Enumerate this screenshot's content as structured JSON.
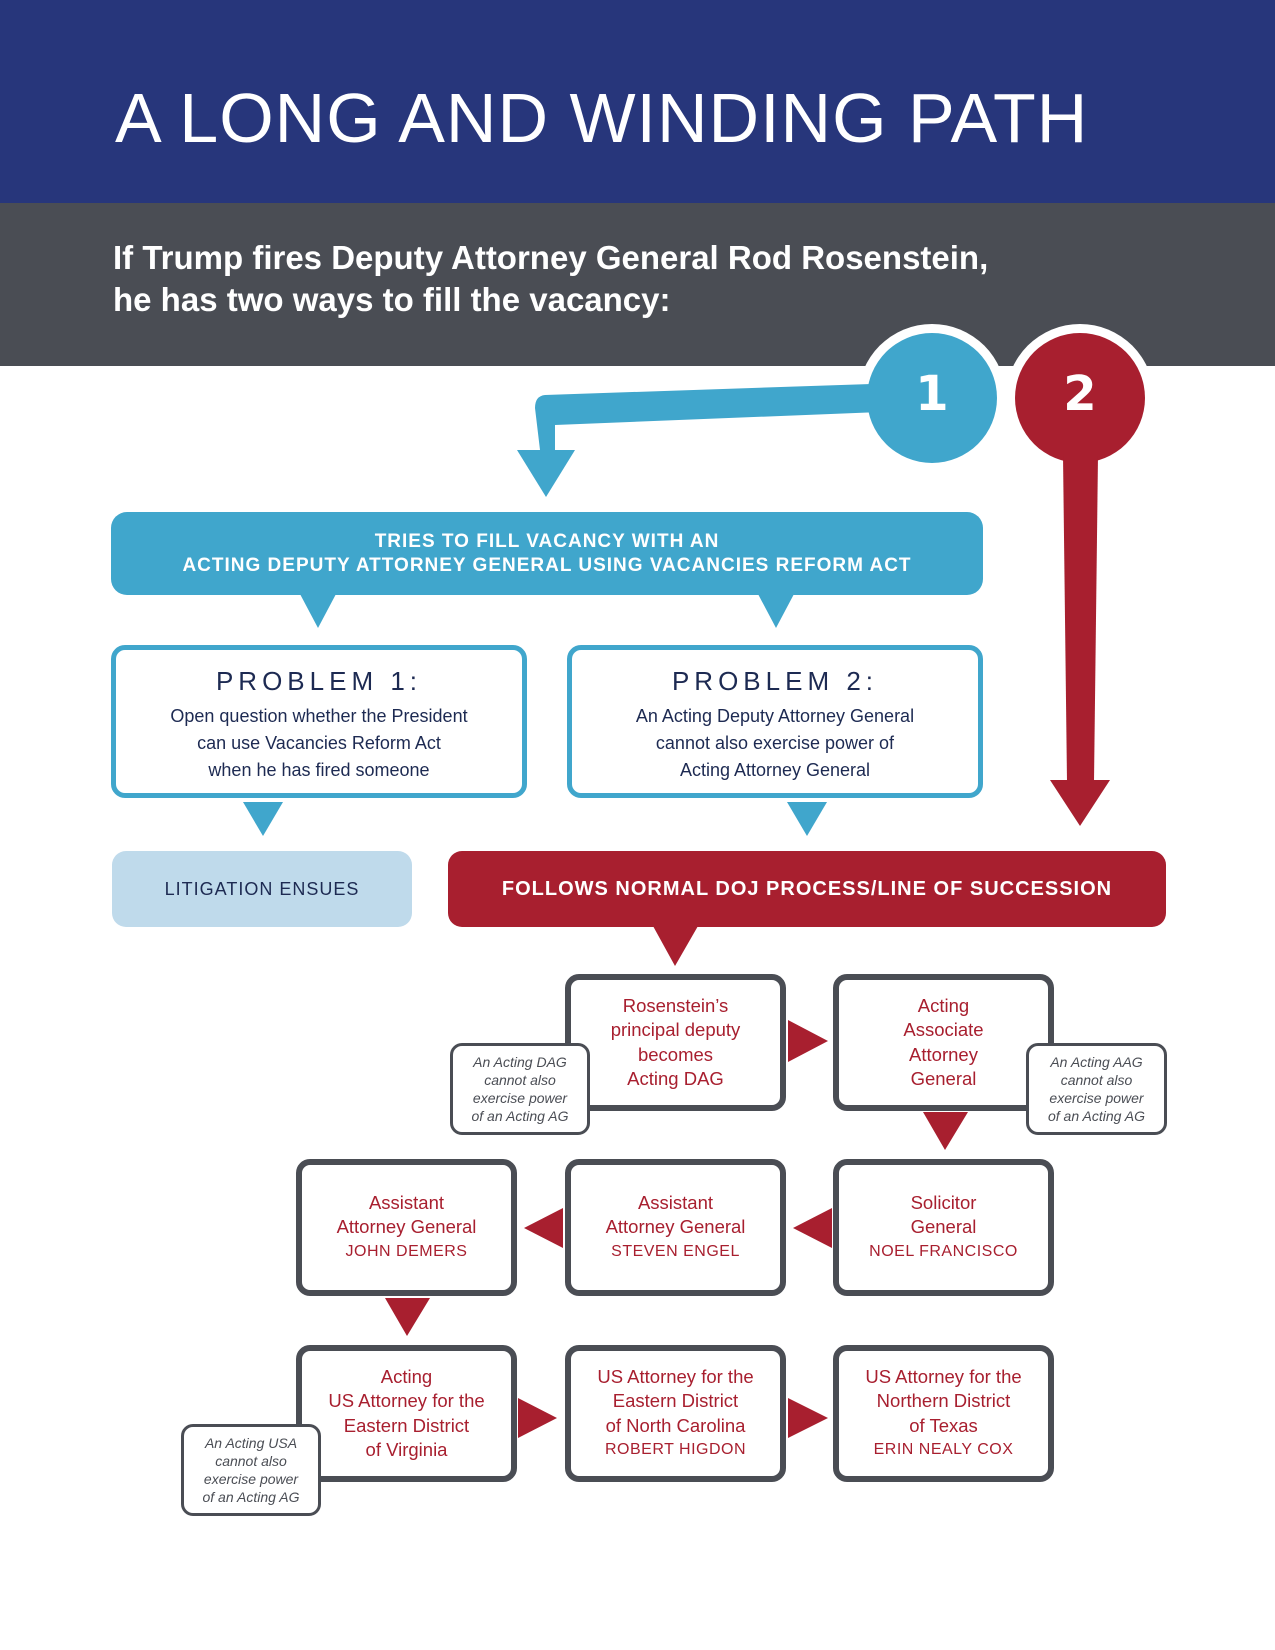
{
  "header": {
    "title": "A LONG AND WINDING PATH",
    "subtitle_line1": "If Trump fires Deputy Attorney General Rod Rosenstein,",
    "subtitle_line2": "he has two ways to fill the vacancy:"
  },
  "colors": {
    "navy": "#27367b",
    "slate": "#4a4d54",
    "blue": "#40a6cc",
    "light_blue": "#bfdaeb",
    "red": "#a81f2f",
    "dark_text": "#1d2a52"
  },
  "paths": {
    "option1_number": "1",
    "option2_number": "2"
  },
  "option1": {
    "line1": "TRIES TO FILL VACANCY WITH AN",
    "line2": "ACTING DEPUTY ATTORNEY GENERAL USING VACANCIES REFORM ACT"
  },
  "problems": [
    {
      "heading": "PROBLEM 1:",
      "lines": [
        "Open question whether the President",
        "can use Vacancies Reform Act",
        "when he has fired someone"
      ]
    },
    {
      "heading": "PROBLEM 2:",
      "lines": [
        "An Acting Deputy Attorney General",
        "cannot also exercise power of",
        "Acting Attorney General"
      ]
    }
  ],
  "outcomes": {
    "litigation": "LITIGATION ENSUES",
    "doj_process": "FOLLOWS NORMAL DOJ PROCESS/LINE OF SUCCESSION"
  },
  "succession": [
    {
      "lines": [
        "Rosenstein’s",
        "principal deputy",
        "becomes",
        "Acting DAG"
      ],
      "name": ""
    },
    {
      "lines": [
        "Acting",
        "Associate",
        "Attorney",
        "General"
      ],
      "name": ""
    },
    {
      "lines": [
        "Solicitor",
        "General"
      ],
      "name": "NOEL FRANCISCO"
    },
    {
      "lines": [
        "Assistant",
        "Attorney General"
      ],
      "name": "STEVEN ENGEL"
    },
    {
      "lines": [
        "Assistant",
        "Attorney General"
      ],
      "name": "JOHN DEMERS"
    },
    {
      "lines": [
        "Acting",
        "US Attorney for the",
        "Eastern District",
        "of Virginia"
      ],
      "name": ""
    },
    {
      "lines": [
        "US Attorney for the",
        "Eastern District",
        "of North Carolina"
      ],
      "name": "ROBERT HIGDON"
    },
    {
      "lines": [
        "US Attorney for the",
        "Northern District",
        "of Texas"
      ],
      "name": "ERIN NEALY COX"
    }
  ],
  "notes": [
    {
      "lines": [
        "An Acting DAG",
        "cannot also",
        "exercise power",
        "of an Acting AG"
      ]
    },
    {
      "lines": [
        "An Acting AAG",
        "cannot also",
        "exercise power",
        "of an Acting AG"
      ]
    },
    {
      "lines": [
        "An Acting USA",
        "cannot also",
        "exercise power",
        "of an Acting AG"
      ]
    }
  ]
}
